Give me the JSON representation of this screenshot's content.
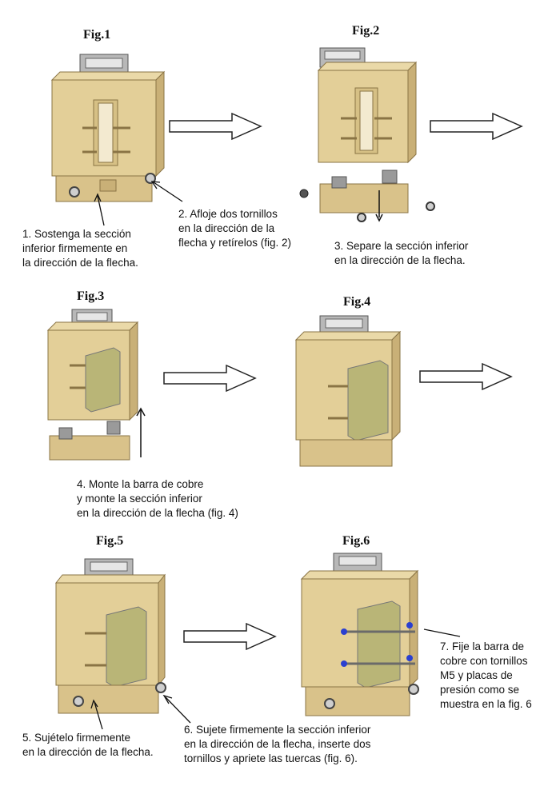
{
  "figures": [
    {
      "title": "Fig.1"
    },
    {
      "title": "Fig.2"
    },
    {
      "title": "Fig.3"
    },
    {
      "title": "Fig.4"
    },
    {
      "title": "Fig.5"
    },
    {
      "title": "Fig.6"
    }
  ],
  "steps": [
    {
      "text": "1. Sostenga la sección\ninferior firmemente en\nla dirección de la flecha."
    },
    {
      "text": "2. Afloje dos tornillos\nen la dirección de la\nflecha y retírelos (fig. 2)"
    },
    {
      "text": "3. Separe la sección inferior\nen la dirección de la flecha."
    },
    {
      "text": "4. Monte la barra de cobre\ny monte la sección inferior\nen la dirección de la flecha (fig. 4)"
    },
    {
      "text": "5. Sujételo firmemente\nen la dirección de la flecha."
    },
    {
      "text": "6. Sujete firmemente la sección inferior\nen la dirección de la flecha, inserte dos\ntornillos y apriete las tuercas (fig. 6)."
    },
    {
      "text": "7. Fije la barra de\ncobre con tornillos\nM5 y placas  de\npresión como  se\nmuestra en la fig. 6"
    }
  ],
  "colors": {
    "body": "#e3cf98",
    "body_shade": "#c9b077",
    "outline": "#8a7445",
    "bar": "#b9b577",
    "bar_shade": "#979357",
    "screw_blue": "#2a3fd0"
  }
}
